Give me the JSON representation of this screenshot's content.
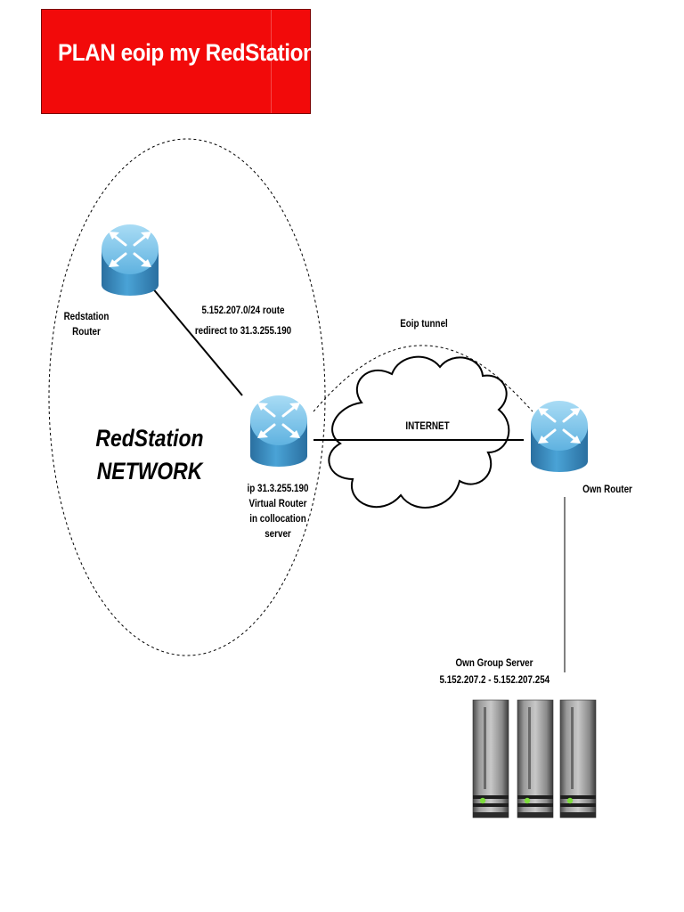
{
  "title": "PLAN eoip my RedStation",
  "network": {
    "line1": "RedStation",
    "line2": "NETWORK"
  },
  "redstation_router": {
    "line1": "Redstation",
    "line2": "Router"
  },
  "route_note": {
    "line1": "5.152.207.0/24 route",
    "line2": "redirect to 31.3.255.190"
  },
  "virtual_router": {
    "line1": "ip 31.3.255.190",
    "line2": "Virtual Router",
    "line3": "in collocation",
    "line4": "server"
  },
  "tunnel_label": "Eoip tunnel",
  "internet_label": "INTERNET",
  "own_router": "Own Router",
  "server_group": {
    "line1": "Own Group Server",
    "line2": "5.152.207.2 - 5.152.207.254"
  },
  "icons": [
    "router-icon",
    "cloud-icon",
    "server-icon"
  ],
  "colors": {
    "title_bg": "#f20a0a",
    "title_text": "#ffffff",
    "router_body": "#3a8fc4",
    "router_top": "#7cc2e6",
    "server_led": "#7ddc3c"
  }
}
